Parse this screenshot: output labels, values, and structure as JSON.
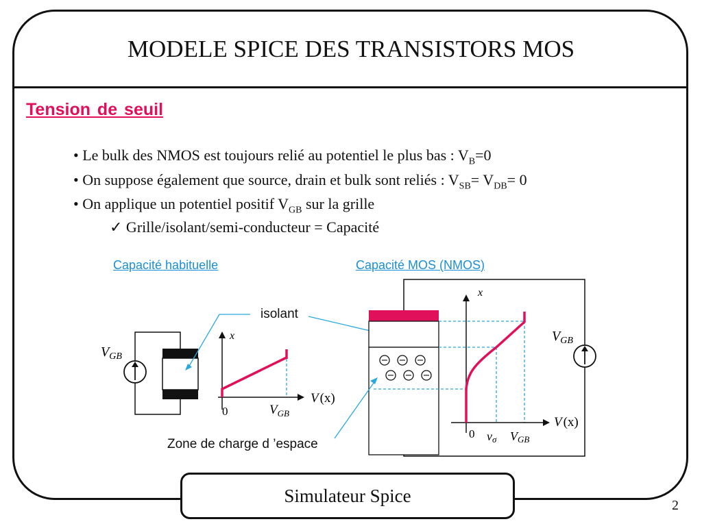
{
  "slide": {
    "title": "MODELE SPICE DES TRANSISTORS MOS",
    "section": "Tension de seuil",
    "bullets": {
      "b1_text": "• Le bulk des NMOS est toujours relié au potentiel le plus bas : V",
      "b1_sub": "B",
      "b1_tail": "=0",
      "b2_text": "• On suppose également que source, drain et bulk sont reliés : V",
      "b2_sub1": "SB",
      "b2_mid": "= V",
      "b2_sub2": "DB",
      "b2_tail": "= 0",
      "b3_text": "• On applique un potentiel positif V",
      "b3_sub": "GB",
      "b3_tail": " sur la grille",
      "b4_text": "✓ Grille/isolant/semi-conducteur = Capacité"
    },
    "captions": {
      "left": "Capacité habituelle",
      "right": "Capacité MOS (NMOS)"
    },
    "labels": {
      "isolant": "isolant",
      "zone": "Zone de charge d ’espace",
      "vgb": "V",
      "vgb_sub": "GB",
      "x_axis": "x",
      "v_axis": "V",
      "v_axis_paren": "(x)",
      "zero": "0",
      "v_sigma": "v",
      "sigma": "σ",
      "minus": "−"
    },
    "footer": "Simulateur Spice",
    "page_number": "2",
    "colors": {
      "accent": "#e0105a",
      "link": "#1a8fd8",
      "guide": "#29a8e0",
      "ink": "#111111"
    }
  }
}
